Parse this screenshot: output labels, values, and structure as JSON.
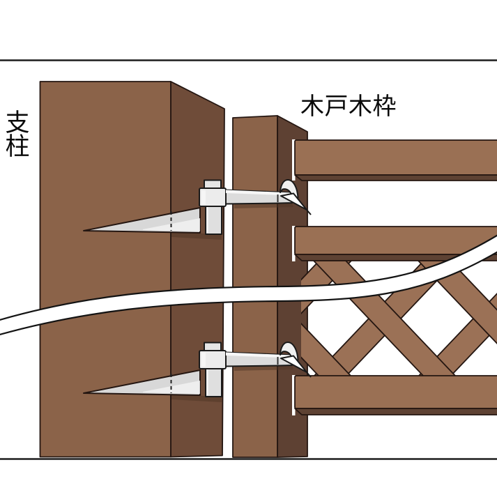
{
  "scene": {
    "description": "Technical illustration of a wooden gate frame hooked to a support post with metal clamp straps and wedge spikes, crossed by a white break band",
    "labels": {
      "post": {
        "text": "支柱",
        "chars": [
          "支",
          "柱"
        ]
      },
      "gate_frame": {
        "text": "木戸木枠"
      }
    },
    "colors": {
      "background": "#ffffff",
      "wood_front": "#8B6349",
      "wood_side": "#6F4C39",
      "stile_side": "#5E4133",
      "rail": "#9A7054",
      "rail_bevel": "#5E4233",
      "lattice": "#9B7156",
      "gap_highlight": "#FFFFFF",
      "metal": "#DCDCDC",
      "metal_light": "#ECECEC",
      "metal_bright": "#F7F7F7",
      "metal_tab": "#E6E6E6",
      "metal_plate": "#DFDFDF",
      "wedge": "#D8D8D8",
      "wedge_highlight": "#F2F2F2",
      "hook": "#F0F0F0",
      "claw": "#FFFFFF",
      "band_fill": "#FFFFFF",
      "band_outline": "#131313",
      "shadow": "#503626",
      "frame_line": "#1C1C1C",
      "text": "#0A0A0A"
    }
  }
}
